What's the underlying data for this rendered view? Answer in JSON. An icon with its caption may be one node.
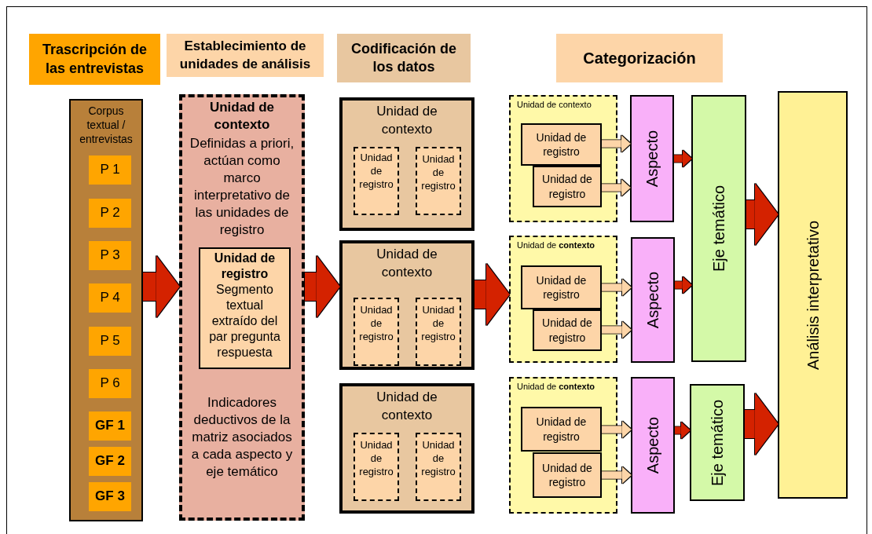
{
  "diagram": {
    "nodes": [
      {
        "text": [
          "Trascripción de las entrevistas"
        ]
      },
      {
        "text": [
          "Establecimiento de unidades de análisis"
        ]
      },
      {
        "text": [
          "Codificación de los datos"
        ]
      },
      {
        "text": [
          "Categorización"
        ]
      },
      {
        "text": [
          "Corpus textual / entrevistas"
        ]
      },
      {
        "text": [
          "P 1"
        ],
        "in": 4
      },
      {
        "text": [
          "P 2"
        ],
        "in": 4
      },
      {
        "text": [
          "P 3"
        ],
        "in": 4
      },
      {
        "text": [
          "P 4"
        ],
        "in": 4
      },
      {
        "text": [
          "P 5"
        ],
        "in": 4
      },
      {
        "text": [
          "P 6"
        ],
        "in": 4
      },
      {
        "text": [
          "GF 1"
        ],
        "in": 4
      },
      {
        "text": [
          "GF 2"
        ],
        "in": 4
      },
      {
        "text": [
          "GF 3"
        ],
        "in": 4
      },
      {
        "text": [
          "Unidad de contexto",
          "Definidas a priori, actúan como marco interpretativo de las unidades de registro",
          "Indicadores deductivos de la matriz asociados a cada aspecto y eje temático"
        ]
      },
      {
        "text": [
          "Unidad de registro",
          "Segmento textual extraído del par pregunta respuesta"
        ],
        "in": 14
      },
      {
        "text": [
          "Unidad de contexto"
        ]
      },
      {
        "text": [
          "Unidad de registro"
        ],
        "in": 16
      },
      {
        "text": [
          "Unidad de registro"
        ],
        "in": 16
      },
      {
        "text": [
          "Unidad de contexto"
        ]
      },
      {
        "text": [
          "Unidad de registro"
        ],
        "in": 19
      },
      {
        "text": [
          "Unidad de registro"
        ],
        "in": 19
      },
      {
        "text": [
          "Unidad de contexto"
        ]
      },
      {
        "text": [
          "Unidad de registro"
        ],
        "in": 22
      },
      {
        "text": [
          "Unidad de registro"
        ],
        "in": 22
      },
      {
        "text": [
          "Unidad de contexto"
        ]
      },
      {
        "text": [
          "Unidad de registro"
        ],
        "in": 25
      },
      {
        "text": [
          "Unidad de registro"
        ],
        "in": 25
      },
      {
        "text": [
          "Aspecto"
        ]
      },
      {
        "text": [
          "Unidad de **contexto**"
        ]
      },
      {
        "text": [
          "Unidad de registro"
        ],
        "in": 29
      },
      {
        "text": [
          "Unidad de registro"
        ],
        "in": 29
      },
      {
        "text": [
          "Aspecto"
        ]
      },
      {
        "text": [
          "Eje temático"
        ]
      },
      {
        "text": [
          "Unidad de **contexto**"
        ]
      },
      {
        "text": [
          "Unidad de registro"
        ],
        "in": 34
      },
      {
        "text": [
          "Unidad de registro"
        ],
        "in": 34
      },
      {
        "text": [
          "Aspecto"
        ]
      },
      {
        "text": [
          "Eje temático"
        ]
      },
      {
        "text": [
          "Análisis interpretativo"
        ]
      }
    ],
    "edges": [
      {
        "from": 4,
        "to": 14,
        "arrow": "to",
        "style": "thick"
      },
      {
        "from": 14,
        "to": 19,
        "arrow": "to",
        "style": "thick"
      },
      {
        "from": 19,
        "to": 29,
        "arrow": "to",
        "style": "thick"
      },
      {
        "from": 26,
        "to": 28,
        "arrow": "to",
        "color": "#fdd5a8"
      },
      {
        "from": 27,
        "to": 28,
        "arrow": "to",
        "color": "#fdd5a8"
      },
      {
        "from": 30,
        "to": 32,
        "arrow": "to",
        "color": "#fdd5a8"
      },
      {
        "from": 31,
        "to": 32,
        "arrow": "to",
        "color": "#fdd5a8"
      },
      {
        "from": 35,
        "to": 37,
        "arrow": "to",
        "color": "#fdd5a8"
      },
      {
        "from": 36,
        "to": 37,
        "arrow": "to",
        "color": "#fdd5a8"
      },
      {
        "from": 28,
        "to": 33,
        "arrow": "to"
      },
      {
        "from": 32,
        "to": 33,
        "arrow": "to"
      },
      {
        "from": 37,
        "to": 38,
        "arrow": "to"
      },
      {
        "from": 33,
        "to": 39,
        "arrow": "to",
        "style": "thick"
      },
      {
        "from": 38,
        "to": 39,
        "arrow": "to",
        "style": "thick"
      }
    ]
  }
}
